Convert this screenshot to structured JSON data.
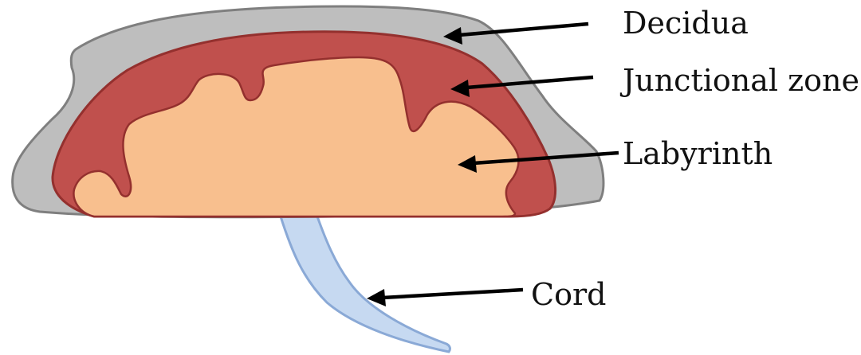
{
  "labels": {
    "decidua": "Decidua",
    "junctional_zone": "Junctional zone",
    "labyrinth": "Labyrinth",
    "cord": "Cord"
  },
  "colors": {
    "decidua_fill": "#bebebe",
    "decidua_stroke": "#7f7f7f",
    "junctional_fill": "#c0504d",
    "junctional_stroke": "#94302e",
    "labyrinth_fill": "#f8bf8e",
    "cord_fill": "#c6d9f1",
    "cord_stroke": "#8aa9d6",
    "arrow": "#000000"
  }
}
